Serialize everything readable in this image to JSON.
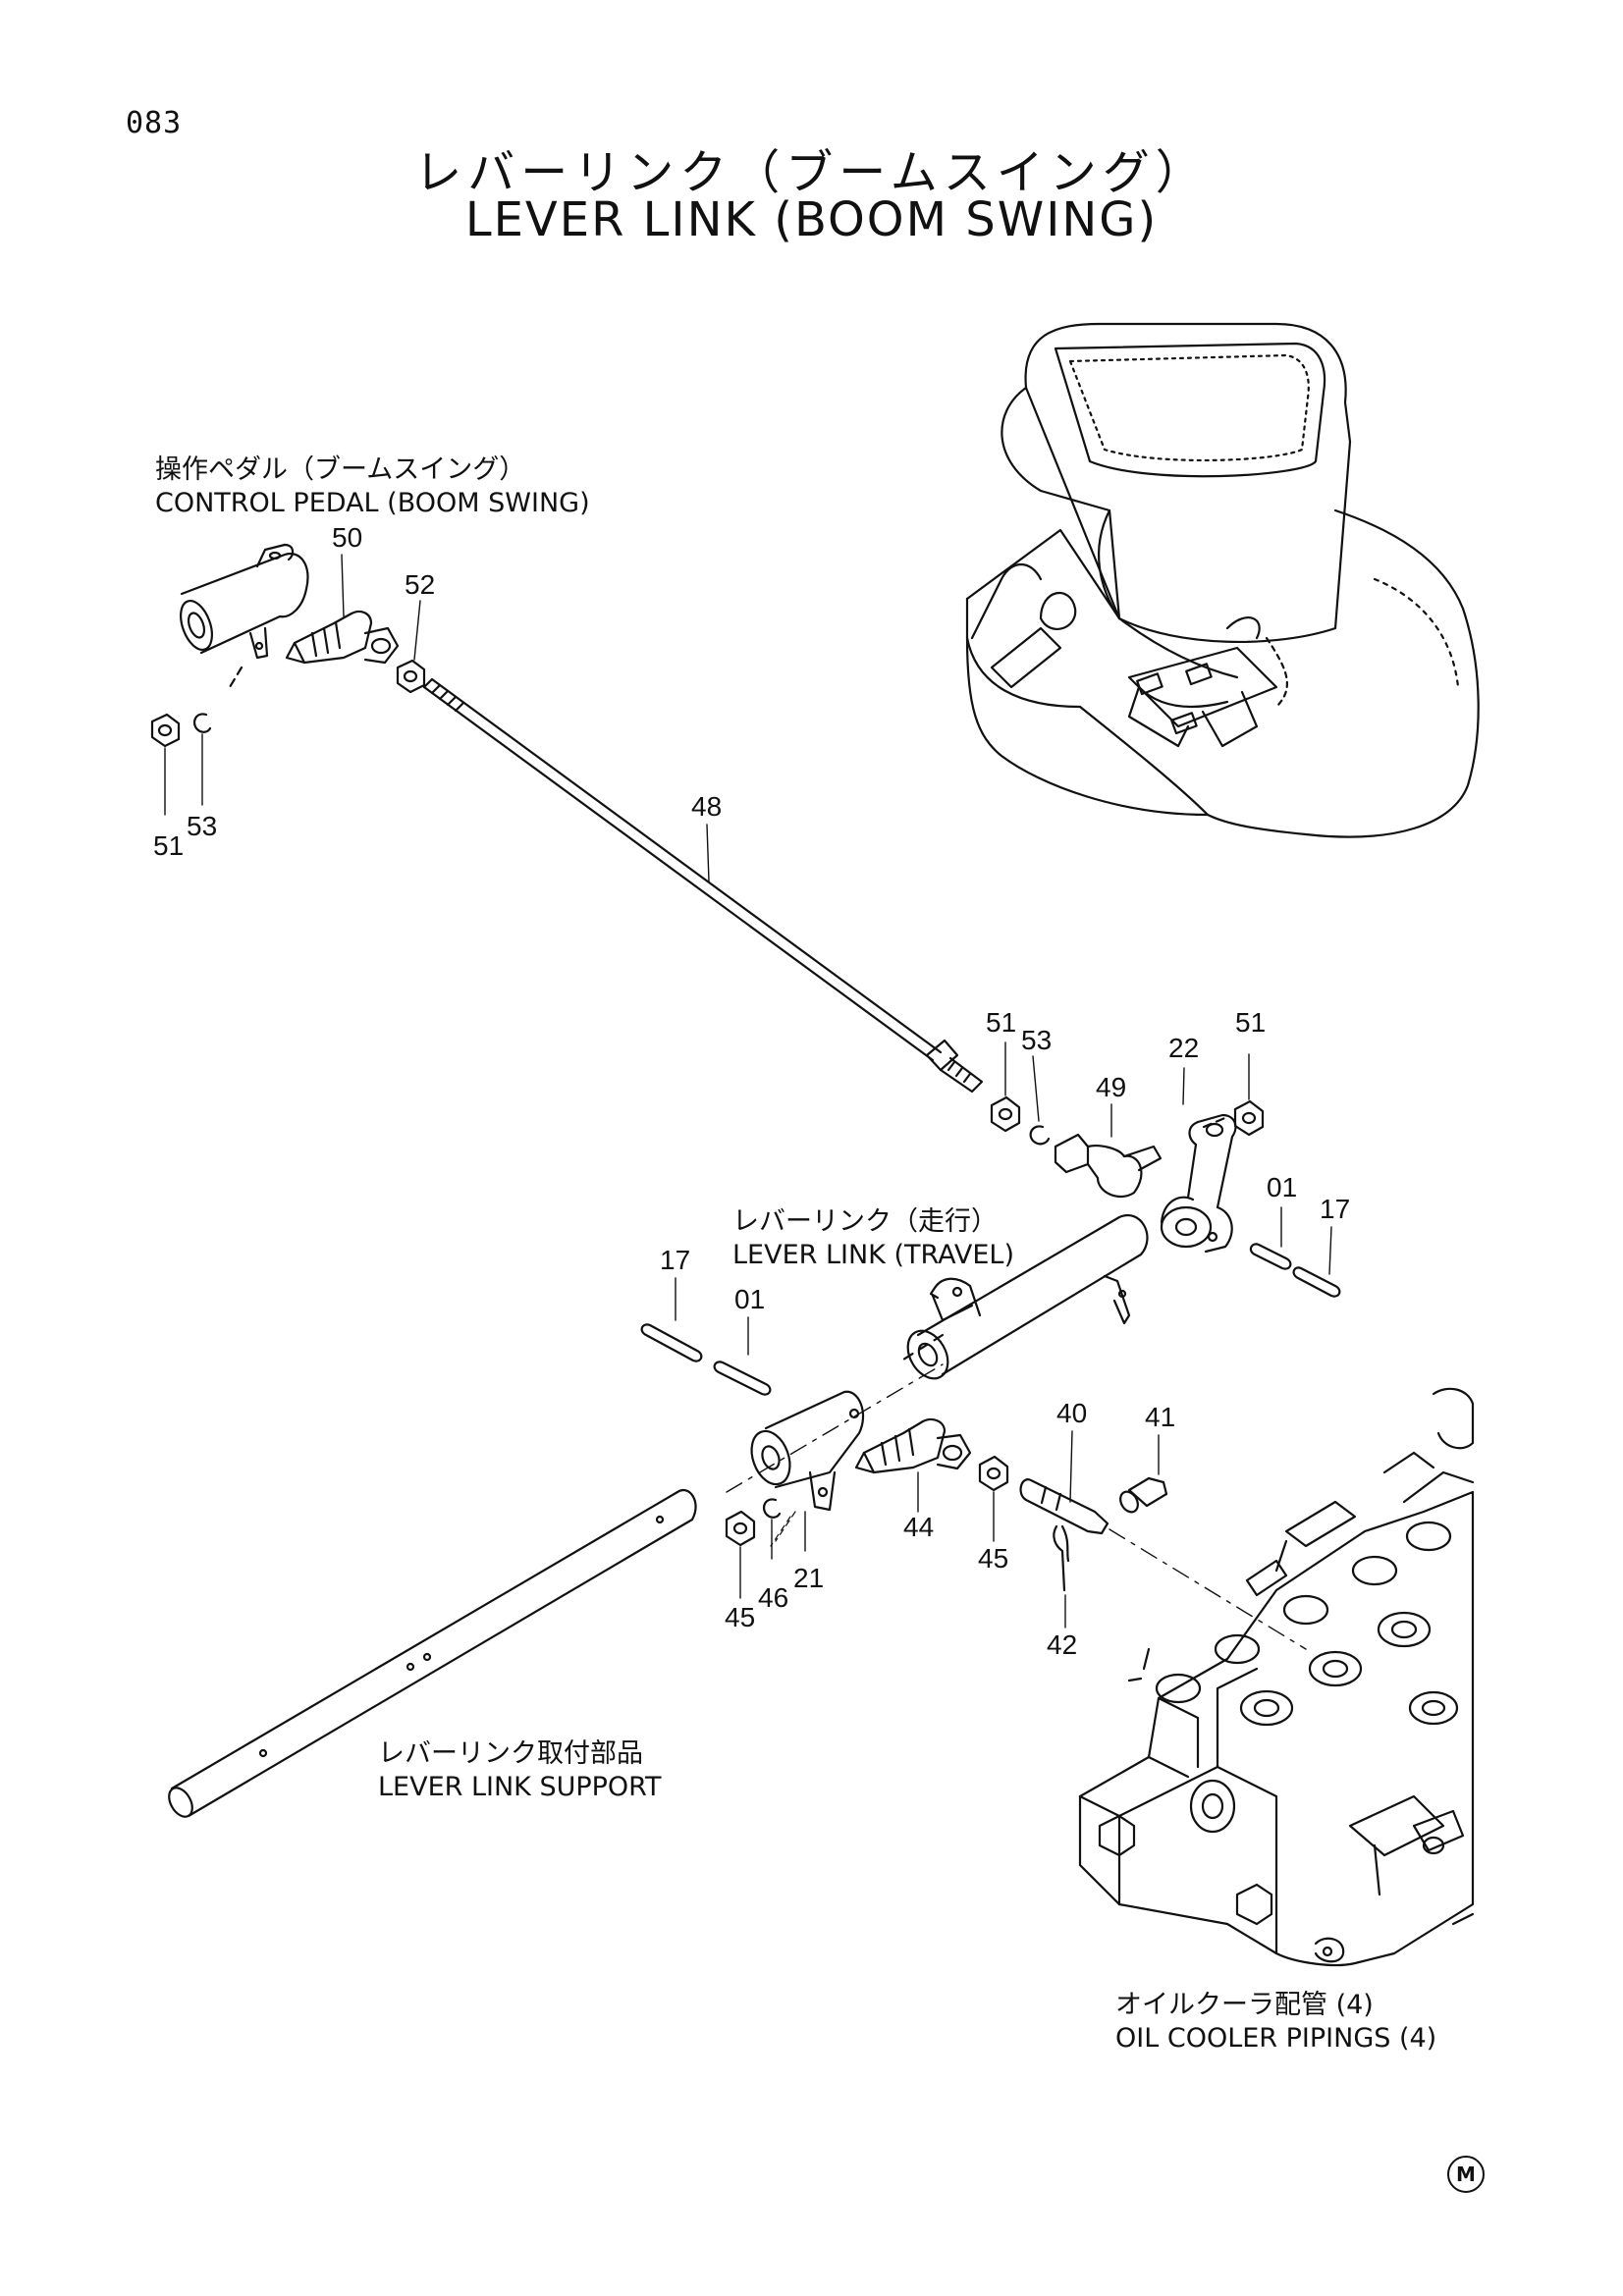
{
  "page": {
    "number": "083",
    "title_jp": "レバーリンク（ブームスイング）",
    "title_en": "LEVER LINK (BOOM SWING)",
    "mark": "M"
  },
  "labels": {
    "control_pedal_jp": "操作ペダル（ブームスイング）",
    "control_pedal_en": "CONTROL PEDAL (BOOM SWING)",
    "lever_travel_jp": "レバーリンク（走行）",
    "lever_travel_en": "LEVER LINK (TRAVEL)",
    "lever_support_jp": "レバーリンク取付部品",
    "lever_support_en": "LEVER LINK SUPPORT",
    "oil_cooler_jp": "オイルクーラ配管 (4)",
    "oil_cooler_en": "OIL COOLER PIPINGS (4)"
  },
  "callouts": [
    "50",
    "52",
    "51",
    "53",
    "48",
    "51",
    "53",
    "49",
    "22",
    "51",
    "01",
    "17",
    "17",
    "01",
    "40",
    "41",
    "44",
    "45",
    "45",
    "46",
    "21",
    "42"
  ]
}
